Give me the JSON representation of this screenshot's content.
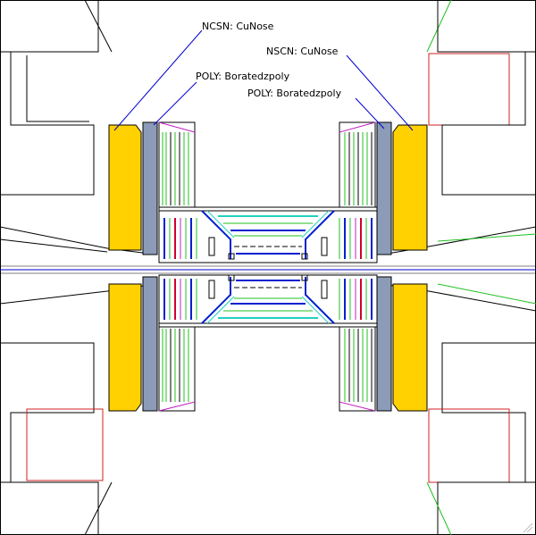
{
  "labels": {
    "ncsn": "NCSN: CuNose",
    "poly_left": "POLY: Boratedzpoly",
    "nscn": "NSCN: CuNose",
    "poly_right": "POLY: Boratedzpoly"
  },
  "colors": {
    "background": "#ffffff",
    "outline": "#000000",
    "copper_nose": "#ffd100",
    "poly_slab": "#8c9cb8",
    "leader_line": "#0000cc",
    "beam_line": "#0000cc",
    "red_outline": "#d02020",
    "green_outline": "#20c020",
    "cyan_bar": "#20d0c0",
    "magenta_bar": "#c020c0",
    "blue_bar": "#0020d0",
    "red_bar": "#d00030"
  }
}
